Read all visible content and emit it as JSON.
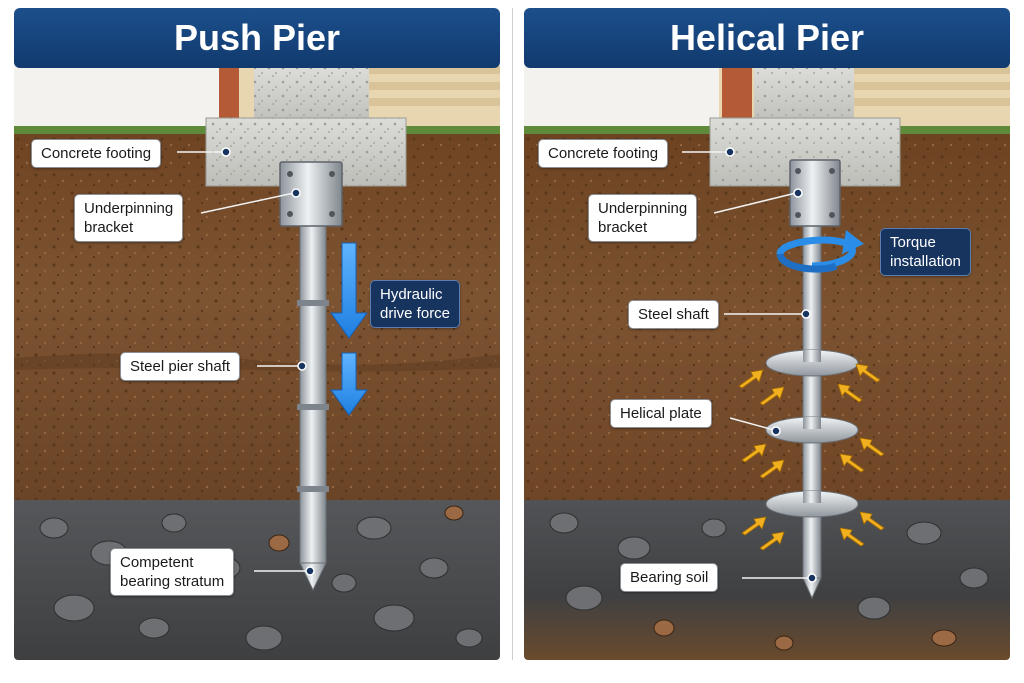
{
  "panels": {
    "push": {
      "title": "Push Pier",
      "labels": {
        "concrete_footing": "Concrete footing",
        "bracket_line1": "Underpinning",
        "bracket_line2": "bracket",
        "drive_line1": "Hydraulic",
        "drive_line2": "drive force",
        "shaft": "Steel pier shaft",
        "stratum_line1": "Competent",
        "stratum_line2": "bearing stratum"
      }
    },
    "helical": {
      "title": "Helical Pier",
      "labels": {
        "concrete_footing": "Concrete footing",
        "bracket_line1": "Underpinning",
        "bracket_line2": "bracket",
        "torque_line1": "Torque",
        "torque_line2": "installation",
        "shaft": "Steel shaft",
        "plate": "Helical plate",
        "soil": "Bearing soil"
      }
    }
  },
  "colors": {
    "title_bar": "#154580",
    "soil_upper": "#7a4f2c",
    "soil_mid": "#6b4424",
    "gravel": "#4a4b4c",
    "arrow_blue": "#2a8de8",
    "pressure_arrow": "#f0b020",
    "steel": "#c9ced3"
  },
  "icons": {
    "drive_arrow": "down-arrow-icon",
    "torque": "rotation-arrow-icon",
    "pressure": "pressure-arrow-icon"
  }
}
